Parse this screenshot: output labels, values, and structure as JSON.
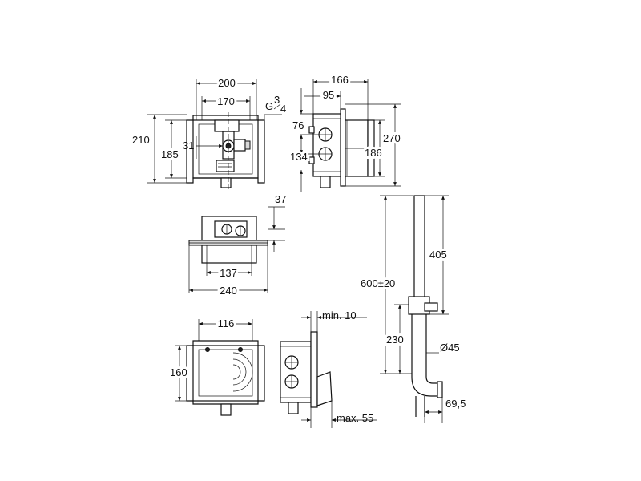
{
  "dimensions": {
    "front_width_outer": "200",
    "front_width_inner": "170",
    "thread_g": "G",
    "thread_num": "3",
    "thread_den": "4",
    "front_height_outer": "210",
    "front_height_inner": "185",
    "front_offset": "31",
    "side_depth_total": "166",
    "side_depth_box": "95",
    "side_height_total": "270",
    "side_height_box": "186",
    "side_upper_offset": "76",
    "side_lower_offset": "134",
    "top_offset": "37",
    "top_inner_width": "137",
    "top_outer_width": "240",
    "cover_width": "116",
    "cover_height": "160",
    "min_wall": "min. 10",
    "max_wall": "max. 55",
    "pipe_upper": "405",
    "pipe_total": "600±20",
    "pipe_lower": "230",
    "pipe_diameter": "Ø45",
    "pipe_offset": "69,5"
  }
}
